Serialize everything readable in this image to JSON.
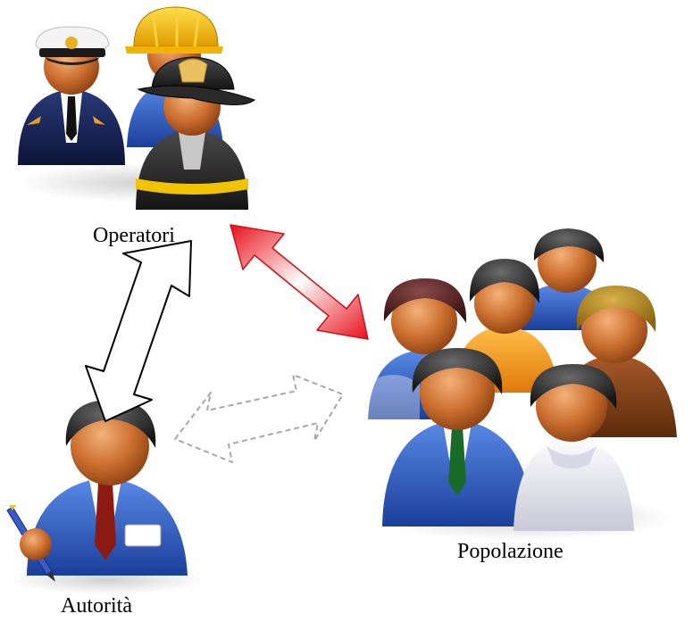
{
  "labels": {
    "operatori": "Operatori",
    "popolazione": "Popolazione",
    "autorita": "Autorità"
  },
  "colors": {
    "background": "#ffffff",
    "red_arrow": "#e8202a",
    "black_arrow": "#000000",
    "dashed_arrow": "#a8a8a8",
    "skin": "#c96a2a",
    "hair": "#2a2a2a"
  }
}
